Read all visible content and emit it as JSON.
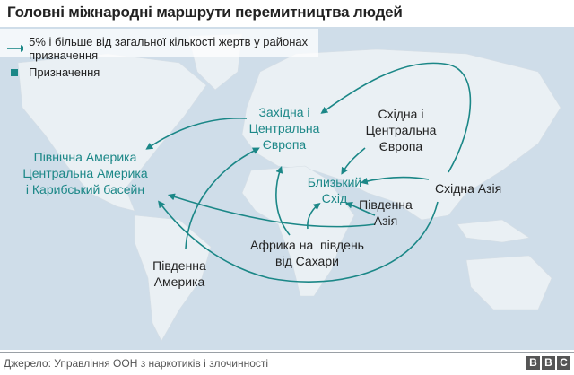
{
  "title": "Головні міжнародні маршрути перемитництва людей",
  "legend": {
    "arrow_label": "5% і більше від загальної кількості жертв у районах призначення",
    "destination_label": "Призначення"
  },
  "colors": {
    "accent": "#1b8787",
    "water": "#cfdde9",
    "land": "#eaf0f4"
  },
  "regions": {
    "west_europe": [
      "Західна і",
      "Центральна",
      "Європа"
    ],
    "north_america": [
      "Північна Америка",
      "Центральна Америка",
      "і Карибський басейн"
    ],
    "east_europe": [
      "Східна і",
      "Центральна",
      "Європа"
    ],
    "middle_east": [
      "Близький",
      "Схід"
    ],
    "south_asia": [
      "Південна",
      "Азія"
    ],
    "east_asia": "Східна Азія",
    "africa": [
      "Африка на  південь",
      "від Сахари"
    ],
    "south_america": [
      "Південна",
      "Америка"
    ]
  },
  "footer": {
    "source": "Джерело: Управління ООН з наркотиків і злочинності",
    "logo": [
      "B",
      "B",
      "C"
    ]
  }
}
